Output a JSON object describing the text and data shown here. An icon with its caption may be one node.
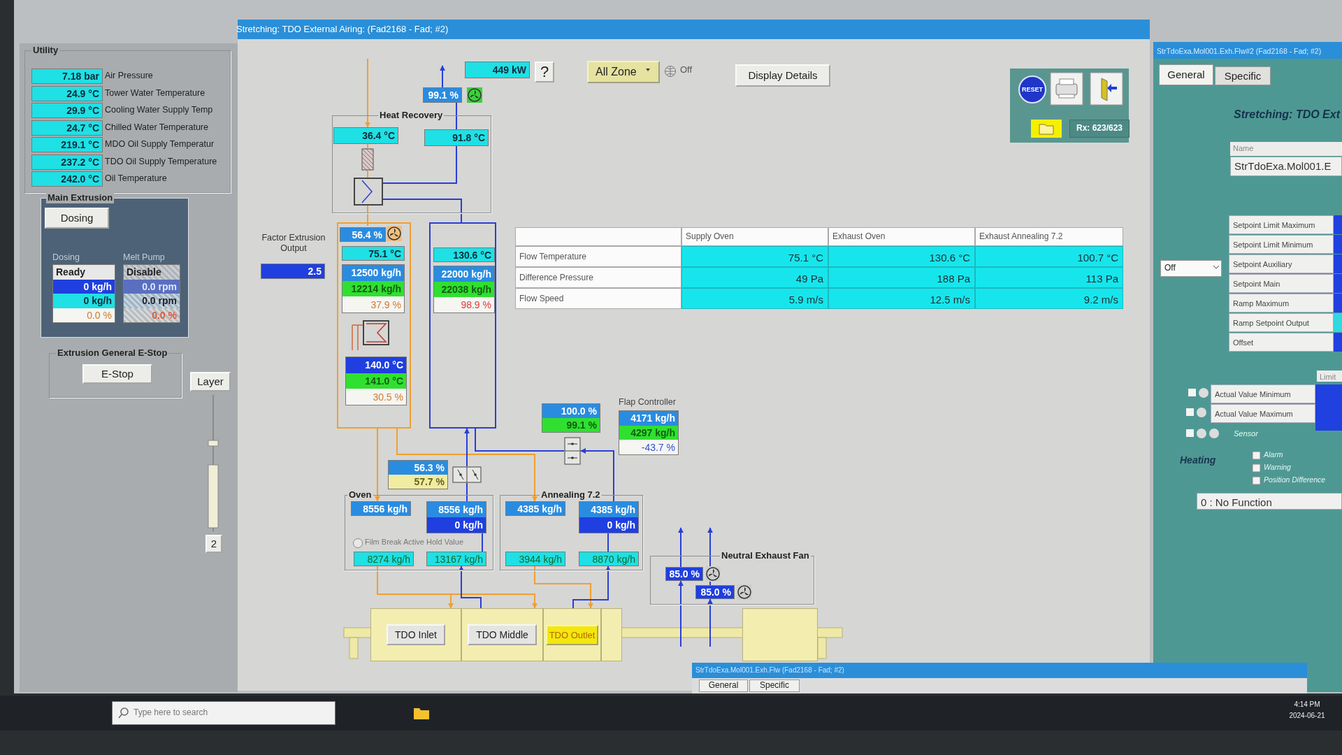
{
  "diagram": {
    "nodes": [
      {
        "text": [
          "Utility"
        ]
      },
      {
        "text": [
          "7.18 bar"
        ],
        "beside": [
          "Air Pressure"
        ],
        "in": 0
      },
      {
        "text": [
          "24.9 °C"
        ],
        "beside": [
          "Tower Water Temperature"
        ],
        "in": 0
      },
      {
        "text": [
          "29.9 °C"
        ],
        "beside": [
          "Cooling Water Supply Temp"
        ],
        "in": 0
      },
      {
        "text": [
          "24.7 °C"
        ],
        "beside": [
          "Chilled Water Temperature"
        ],
        "in": 0
      },
      {
        "text": [
          "219.1 °C"
        ],
        "beside": [
          "MDO Oil Supply Temperatur"
        ],
        "in": 0
      },
      {
        "text": [
          "237.2 °C"
        ],
        "beside": [
          "TDO Oil Supply Temperature"
        ],
        "in": 0
      },
      {
        "text": [
          "242.0 °C"
        ],
        "beside": [
          "Oil Temperature"
        ],
        "in": 0
      },
      {
        "text": [
          "Main Extrusion"
        ]
      },
      {
        "text": [
          "Ready",
          "0 kg/h",
          "0 kg/h",
          "0.0 %"
        ],
        "beside": [
          "Dosing"
        ],
        "in": 8
      },
      {
        "text": [
          "Disable",
          "0.0 rpm",
          "0.0 rpm",
          "0.0 %"
        ],
        "beside": [
          "Melt Pump"
        ],
        "in": 8
      },
      {
        "text": [
          "Extrusion General E-Stop"
        ]
      },
      {
        "text": [
          "449 kW"
        ]
      },
      {
        "text": [
          "99.1 %"
        ]
      },
      {
        "text": [
          "Heat Recovery"
        ]
      },
      {
        "text": [
          "36.4 °C"
        ],
        "in": 14
      },
      {
        "text": [
          "91.8 °C"
        ],
        "in": 14
      },
      {
        "text": [],
        "shape": "picture",
        "in": 14
      },
      {
        "text": [],
        "shape": "picture",
        "in": 14
      },
      {
        "text": [
          "2.5"
        ],
        "beside": [
          "Factor Extrusion Output"
        ]
      },
      {
        "text": [],
        "shape": "box"
      },
      {
        "text": [
          "56.4 %"
        ],
        "in": 20
      },
      {
        "text": [
          "75.1 °C"
        ],
        "in": 20
      },
      {
        "text": [
          "12500 kg/h",
          "12214 kg/h",
          "37.9 %"
        ],
        "in": 20
      },
      {
        "text": [],
        "shape": "picture",
        "in": 20
      },
      {
        "text": [
          "140.0 °C",
          "141.0 °C",
          "30.5 %"
        ],
        "in": 20
      },
      {
        "text": [],
        "shape": "box"
      },
      {
        "text": [
          "130.6 °C"
        ],
        "in": 26
      },
      {
        "text": [
          "22000 kg/h",
          "22038 kg/h",
          "98.9 %"
        ],
        "in": 26
      },
      {
        "text": [
          "100.0 %",
          "99.1 %"
        ]
      },
      {
        "text": [],
        "shape": "picture"
      },
      {
        "text": [
          "4171 kg/h",
          "4297 kg/h",
          "-43.7 %"
        ],
        "beside": [
          "Flap Controller"
        ]
      },
      {
        "text": [
          "56.3 %",
          "57.7 %"
        ]
      },
      {
        "text": [],
        "shape": "picture"
      },
      {
        "text": [
          "Oven"
        ]
      },
      {
        "text": [
          "8556 kg/h"
        ],
        "in": 34
      },
      {
        "text": [
          "8556 kg/h",
          "0 kg/h"
        ],
        "in": 34
      },
      {
        "text": [
          "8274 kg/h"
        ],
        "in": 34
      },
      {
        "text": [
          "13167 kg/h"
        ],
        "in": 34
      },
      {
        "text": [
          "Annealing 7.2"
        ]
      },
      {
        "text": [
          "4385 kg/h"
        ],
        "in": 39
      },
      {
        "text": [
          "4385 kg/h",
          "0 kg/h"
        ],
        "in": 39
      },
      {
        "text": [
          "3944 kg/h"
        ],
        "in": 39
      },
      {
        "text": [
          "8870 kg/h"
        ],
        "in": 39
      },
      {
        "text": [
          "Neutral Exhaust Fan"
        ]
      },
      {
        "text": [
          "85.0 %"
        ],
        "in": 44
      },
      {
        "text": [
          "85.0 %"
        ],
        "in": 44
      },
      {
        "text": [
          "TDO Inlet"
        ]
      },
      {
        "text": [
          "TDO Middle"
        ]
      },
      {
        "text": [
          "TDO Outlet"
        ]
      },
      {
        "text": [],
        "shape": "box"
      },
      {
        "text": [],
        "shape": "box"
      }
    ],
    "edges": [
      {
        "from": null,
        "to": 15,
        "arrow": "to",
        "color": "#f0a030"
      },
      {
        "from": 15,
        "to": 17,
        "arrow": "none",
        "color": "#f0a030"
      },
      {
        "from": 17,
        "to": 18,
        "arrow": "none",
        "color": "#f0a030"
      },
      {
        "from": 18,
        "to": 21,
        "arrow": "none",
        "color": "#f0a030"
      },
      {
        "from": 20,
        "to": 35,
        "arrow": "to",
        "color": "#f0a030"
      },
      {
        "from": 20,
        "to": 40,
        "arrow": "to",
        "color": "#f0a030"
      },
      {
        "from": 37,
        "to": 47,
        "arrow": "to",
        "color": "#f0a030"
      },
      {
        "from": 37,
        "to": 48,
        "arrow": "to",
        "color": "#f0a030"
      },
      {
        "from": 42,
        "to": 49,
        "arrow": "to",
        "color": "#f0a030"
      },
      {
        "from": 48,
        "to": 38,
        "arrow": "to"
      },
      {
        "from": 49,
        "to": 43,
        "arrow": "to"
      },
      {
        "from": 38,
        "to": 36,
        "arrow": "none"
      },
      {
        "from": 36,
        "to": 33,
        "arrow": "none"
      },
      {
        "from": 33,
        "to": 26,
        "arrow": "to"
      },
      {
        "from": 43,
        "to": 41,
        "arrow": "none"
      },
      {
        "from": 41,
        "to": 30,
        "arrow": "to"
      },
      {
        "from": 30,
        "to": 26,
        "arrow": "none"
      },
      {
        "from": 26,
        "to": 18,
        "arrow": "none"
      },
      {
        "from": 18,
        "to": 16,
        "arrow": "none"
      },
      {
        "from": 16,
        "to": 13,
        "arrow": "none"
      },
      {
        "from": 13,
        "to": null,
        "arrow": "to"
      },
      {
        "from": null,
        "to": 45,
        "arrow": "to"
      },
      {
        "from": 45,
        "to": null,
        "arrow": "to"
      },
      {
        "from": 46,
        "to": null,
        "arrow": "to"
      },
      {
        "from": null,
        "to": 46,
        "arrow": "to"
      }
    ],
    "labels": [
      "Stretching: TDO External Airing: (Fad2168 - Fad; #2)",
      "?",
      "All Zone",
      "Off",
      "Display Details",
      "RESET",
      "Rx: 623/623",
      "Supply Oven",
      "Exhaust Oven",
      "Exhaust Annealing 7.2",
      "Flow Temperature",
      "75.1 °C",
      "130.6 °C",
      "100.7 °C",
      "Difference Pressure",
      "49 Pa",
      "188 Pa",
      "113 Pa",
      "Flow Speed",
      "5.9 m/s",
      "12.5 m/s",
      "9.2 m/s",
      "Film Break Active Hold Value",
      "Dosing",
      "E-Stop",
      "Layer",
      "2",
      "StrTdoExa.Mol001.Exh.Flw#2 (Fad2168 - Fad; #2)",
      "General",
      "Specific",
      "Stretching: TDO Ext",
      "Name",
      "StrTdoExa.Mol001.E",
      "Off",
      "Setpoint Limit Maximum",
      "Setpoint Limit Minimum",
      "Setpoint Auxiliary",
      "Setpoint Main",
      "Ramp Maximum",
      "Ramp Setpoint Output",
      "Offset",
      "Limit",
      "Actual Value Minimum",
      "Actual Value Maximum",
      "Sensor",
      "Heating",
      "Alarm",
      "Warning",
      "Position Difference",
      "0 : No Function",
      "StrTdoExa.Mol001.Exh.Flw (Fad2168 - Fad; #2)",
      "General",
      "Specific",
      "Type here to search",
      "4:14 PM",
      "2024-06-21"
    ]
  }
}
